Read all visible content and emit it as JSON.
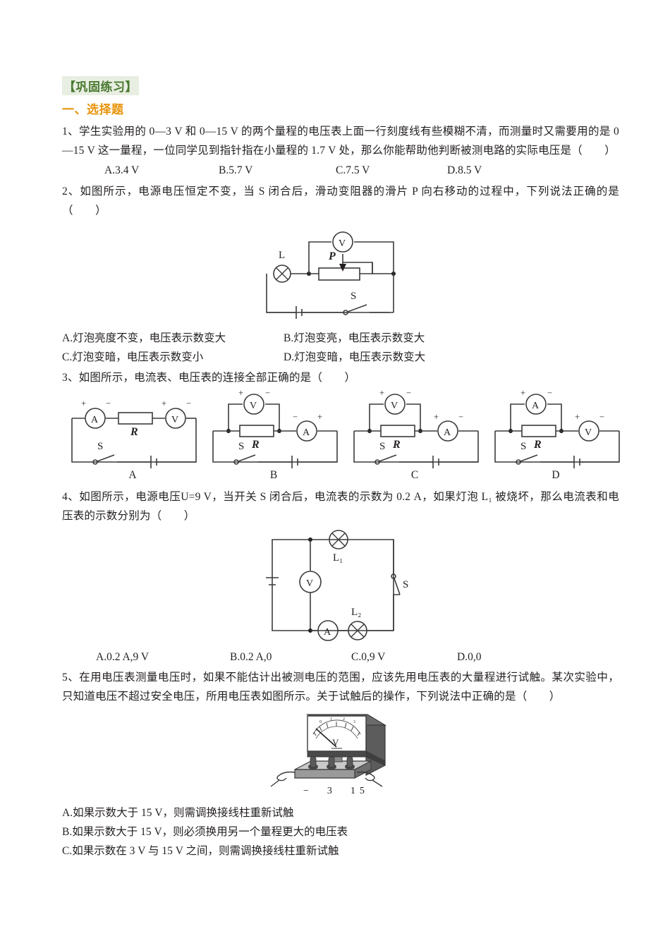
{
  "headings": {
    "practice": "【巩固练习】",
    "section_one": "一、选择题"
  },
  "questions": [
    {
      "id": "q1",
      "text": "1、学生实验用的 0—3 V 和 0—15 V 的两个量程的电压表上面一行刻度线有些模糊不清，而测量时又需要用的是 0—15 V 这一量程，一位同学见到指针指在小量程的 1.7 V 处，那么你能帮助他判断被测电路的实际电压是（　　）",
      "options": [
        "A.3.4 V",
        "B.5.7 V",
        "C.7.5 V",
        "D.8.5 V"
      ]
    },
    {
      "id": "q2",
      "text": "2、如图所示，电源电压恒定不变，当 S 闭合后，滑动变阻器的滑片 P 向右移动的过程中，下列说法正确的是（　　）",
      "options": [
        "A.灯泡亮度不变，电压表示数变大",
        "B.灯泡变亮，电压表示数变大",
        "C.灯泡变暗，电压表示数变小",
        "D.灯泡变暗，电压表示数变大"
      ]
    },
    {
      "id": "q3",
      "text": "3、如图所示，电流表、电压表的连接全部正确的是（　　）"
    },
    {
      "id": "q4",
      "text": "4、如图所示，电源电压U=9 V，当开关 S 闭合后，电流表的示数为 0.2 A，如果灯泡 L₁ 被烧坏，那么电流表和电压表的示数分别为（　　）",
      "options": [
        "A.0.2 A,9 V",
        "B.0.2 A,0",
        "C.0,9 V",
        "D.0,0"
      ]
    },
    {
      "id": "q5",
      "text": "5、在用电压表测量电压时，如果不能估计出被测电压的范围，应该先用电压表的大量程进行试触。某次实验中，只知道电压不超过安全电压，所用电压表如图所示。关于试触后的操作，下列说法中正确的是（　　）",
      "options": [
        "A.如果示数大于 15 V，则需调换接线柱重新试触",
        "B.如果示数大于 15 V，则必须换用另一个量程更大的电压表",
        "C.如果示数在 3 V 与 15 V 之间，则需调换接线柱重新试触"
      ]
    }
  ],
  "figures": {
    "q2_circuit": {
      "lamp_label": "L",
      "slider_label": "P",
      "voltmeter_label": "V",
      "switch_label": "S"
    },
    "q3_circuits": [
      {
        "caption": "A",
        "resistor_label": "R",
        "switch_label": "S",
        "meters": [
          {
            "symbol": "A",
            "left_sign": "+",
            "right_sign": "−",
            "position": "series"
          },
          {
            "symbol": "V",
            "left_sign": "+",
            "right_sign": "−",
            "position": "series"
          }
        ]
      },
      {
        "caption": "B",
        "resistor_label": "R",
        "switch_label": "S",
        "meters": [
          {
            "symbol": "V",
            "left_sign": "+",
            "right_sign": "−",
            "position": "parallel"
          },
          {
            "symbol": "A",
            "left_sign": "−",
            "right_sign": "+",
            "position": "series"
          }
        ]
      },
      {
        "caption": "C",
        "resistor_label": "R",
        "switch_label": "S",
        "meters": [
          {
            "symbol": "V",
            "left_sign": "+",
            "right_sign": "−",
            "position": "parallel"
          },
          {
            "symbol": "A",
            "left_sign": "+",
            "right_sign": "−",
            "position": "series"
          }
        ]
      },
      {
        "caption": "D",
        "resistor_label": "R",
        "switch_label": "S",
        "meters": [
          {
            "symbol": "A",
            "left_sign": "+",
            "right_sign": "−",
            "position": "parallel"
          },
          {
            "symbol": "V",
            "left_sign": "+",
            "right_sign": "−",
            "position": "series"
          }
        ]
      }
    ],
    "q4_circuit": {
      "lamp1_label": "L₁",
      "lamp2_label": "L₂",
      "voltmeter_label": "V",
      "ammeter_label": "A",
      "switch_label": "S"
    },
    "q5_voltmeter": {
      "face_symbol": "V",
      "terminal_labels": "−　3　15",
      "scale_ticks": [
        "0",
        "1",
        "2",
        "3"
      ]
    }
  },
  "colors": {
    "practice_green": "#4a7a30",
    "practice_bg": "#e8eee2",
    "section_orange": "#e8940c",
    "text": "#231f20",
    "wire": "#3b3b3b"
  }
}
